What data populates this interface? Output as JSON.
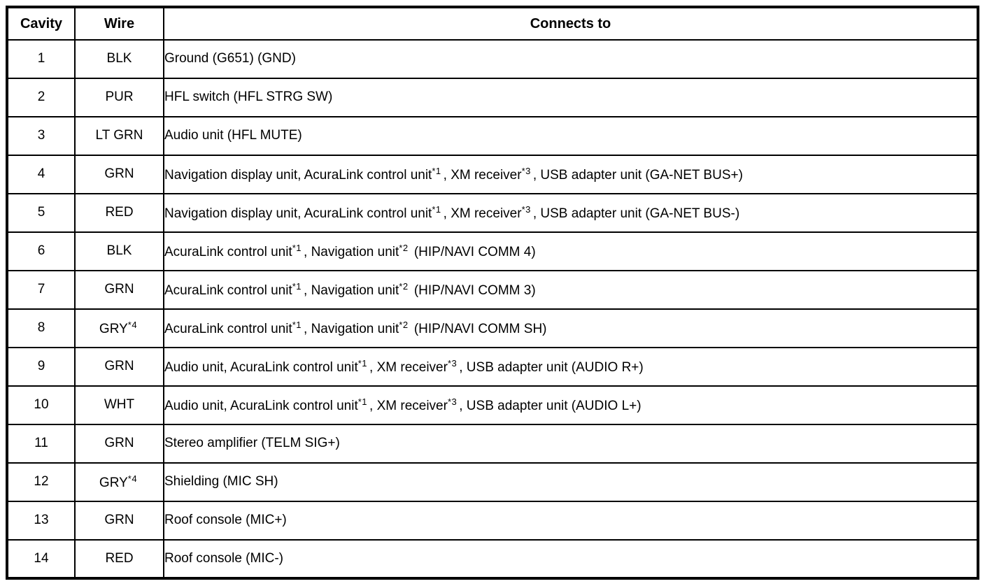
{
  "colors": {
    "background": "#ffffff",
    "border": "#000000",
    "text": "#000000"
  },
  "table": {
    "headers": [
      "Cavity",
      "Wire",
      "Connects to"
    ],
    "rows": [
      {
        "cavity": "1",
        "wire": [
          {
            "t": "BLK"
          }
        ],
        "connects": [
          {
            "t": "Ground (G651) (GND)"
          }
        ]
      },
      {
        "cavity": "2",
        "wire": [
          {
            "t": "PUR"
          }
        ],
        "connects": [
          {
            "t": "HFL switch (HFL STRG SW)"
          }
        ]
      },
      {
        "cavity": "3",
        "wire": [
          {
            "t": "LT GRN"
          }
        ],
        "connects": [
          {
            "t": "Audio unit (HFL MUTE)"
          }
        ]
      },
      {
        "cavity": "4",
        "wire": [
          {
            "t": "GRN"
          }
        ],
        "connects": [
          {
            "t": "Navigation display unit, AcuraLink control unit"
          },
          {
            "t": "*1",
            "sup": true
          },
          {
            "t": ", XM receiver"
          },
          {
            "t": "*3",
            "sup": true
          },
          {
            "t": ", USB adapter unit (GA-NET BUS+)"
          }
        ]
      },
      {
        "cavity": "5",
        "wire": [
          {
            "t": "RED"
          }
        ],
        "connects": [
          {
            "t": "Navigation display unit, AcuraLink control unit"
          },
          {
            "t": "*1",
            "sup": true
          },
          {
            "t": ", XM receiver"
          },
          {
            "t": "*3",
            "sup": true
          },
          {
            "t": ", USB adapter unit (GA-NET BUS-)"
          }
        ]
      },
      {
        "cavity": "6",
        "wire": [
          {
            "t": "BLK"
          }
        ],
        "connects": [
          {
            "t": "AcuraLink control unit"
          },
          {
            "t": "*1",
            "sup": true
          },
          {
            "t": ", Navigation unit"
          },
          {
            "t": "*2",
            "sup": true
          },
          {
            "t": " (HIP/NAVI COMM 4)"
          }
        ]
      },
      {
        "cavity": "7",
        "wire": [
          {
            "t": "GRN"
          }
        ],
        "connects": [
          {
            "t": "AcuraLink control unit"
          },
          {
            "t": "*1",
            "sup": true
          },
          {
            "t": ", Navigation unit"
          },
          {
            "t": "*2",
            "sup": true
          },
          {
            "t": " (HIP/NAVI COMM 3)"
          }
        ]
      },
      {
        "cavity": "8",
        "wire": [
          {
            "t": "GRY"
          },
          {
            "t": "*4",
            "sup": true
          }
        ],
        "connects": [
          {
            "t": "AcuraLink control unit"
          },
          {
            "t": "*1",
            "sup": true
          },
          {
            "t": ", Navigation unit"
          },
          {
            "t": "*2",
            "sup": true
          },
          {
            "t": " (HIP/NAVI COMM SH)"
          }
        ]
      },
      {
        "cavity": "9",
        "wire": [
          {
            "t": "GRN"
          }
        ],
        "connects": [
          {
            "t": "Audio unit, AcuraLink control unit"
          },
          {
            "t": "*1",
            "sup": true
          },
          {
            "t": ", XM receiver"
          },
          {
            "t": "*3",
            "sup": true
          },
          {
            "t": ", USB adapter unit (AUDIO R+)"
          }
        ]
      },
      {
        "cavity": "10",
        "wire": [
          {
            "t": "WHT"
          }
        ],
        "connects": [
          {
            "t": "Audio unit, AcuraLink control unit"
          },
          {
            "t": "*1",
            "sup": true
          },
          {
            "t": ", XM receiver"
          },
          {
            "t": "*3",
            "sup": true
          },
          {
            "t": ", USB adapter unit (AUDIO L+)"
          }
        ]
      },
      {
        "cavity": "11",
        "wire": [
          {
            "t": "GRN"
          }
        ],
        "connects": [
          {
            "t": "Stereo amplifier (TELM SIG+)"
          }
        ]
      },
      {
        "cavity": "12",
        "wire": [
          {
            "t": "GRY"
          },
          {
            "t": "*4",
            "sup": true
          }
        ],
        "connects": [
          {
            "t": "Shielding (MIC SH)"
          }
        ]
      },
      {
        "cavity": "13",
        "wire": [
          {
            "t": "GRN"
          }
        ],
        "connects": [
          {
            "t": "Roof console (MIC+)"
          }
        ]
      },
      {
        "cavity": "14",
        "wire": [
          {
            "t": "RED"
          }
        ],
        "connects": [
          {
            "t": "Roof console (MIC-)"
          }
        ]
      }
    ]
  }
}
